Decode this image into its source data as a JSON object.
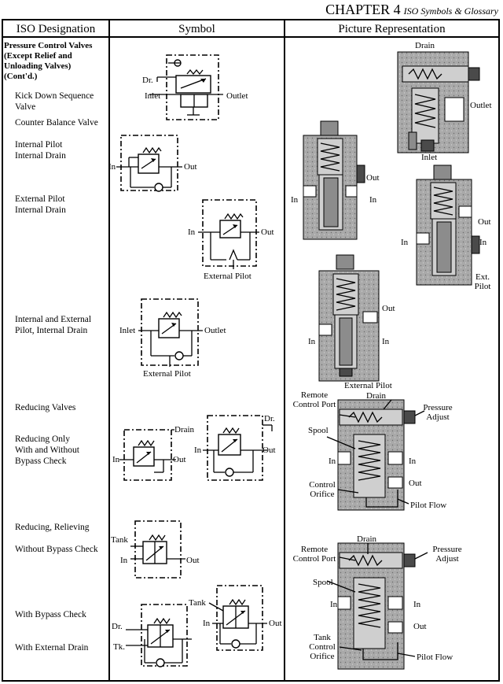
{
  "header": {
    "chapter": "CHAPTER 4",
    "subtitle": "ISO Symbols & Glossary"
  },
  "columns": {
    "designation": "ISO Designation",
    "symbol": "Symbol",
    "picture": "Picture Representation"
  },
  "rows": {
    "section_title": "Pressure Control Valves\n(Except Relief and\nUnloading Valves)\n(Cont'd.)",
    "kick_down": "Kick Down Sequence\nValve",
    "counter_balance": "Counter Balance Valve",
    "int_pilot_int_drain": "Internal Pilot\nInternal Drain",
    "ext_pilot_int_drain": "External Pilot\nInternal Drain",
    "int_ext_pilot": "Internal and External\nPilot, Internal Drain",
    "reducing_valves": "Reducing Valves",
    "reducing_only": "Reducing Only\nWith and Without\nBypass Check",
    "reducing_relieving": "Reducing, Relieving",
    "without_bypass": "Without Bypass Check",
    "with_bypass": "With Bypass Check",
    "with_ext_drain": "With External Drain"
  },
  "labels": {
    "dr": "Dr.",
    "inlet": "Inlet",
    "outlet": "Outlet",
    "in": "In",
    "out": "Out",
    "external_pilot": "External Pilot",
    "drain": "Drain",
    "tank": "Tank",
    "tk": "Tk.",
    "ext": "Ext.",
    "pilot": "Pilot",
    "remote_control_port": "Remote\nControl Port",
    "pressure_adjust": "Pressure\nAdjust",
    "spool": "Spool",
    "control_orifice": "Control\nOrifice",
    "pilot_flow": "Pilot Flow",
    "tank_control_orifice": "Tank\nControl\nOrifice"
  }
}
